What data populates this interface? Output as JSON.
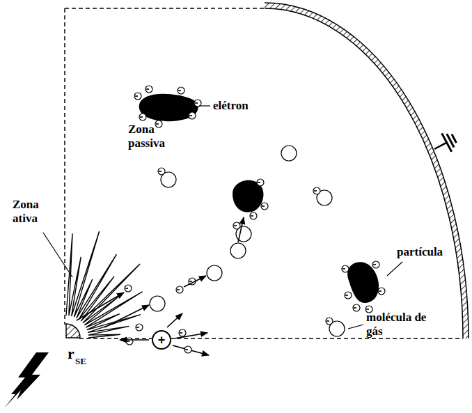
{
  "diagram": {
    "nodes": [
      {
        "text": [
          "+"
        ]
      }
    ],
    "labels": [
      "elétron",
      "Zona passiva",
      "Zona ativa",
      "partícula",
      "molécula de gás",
      "r",
      "SE"
    ]
  }
}
